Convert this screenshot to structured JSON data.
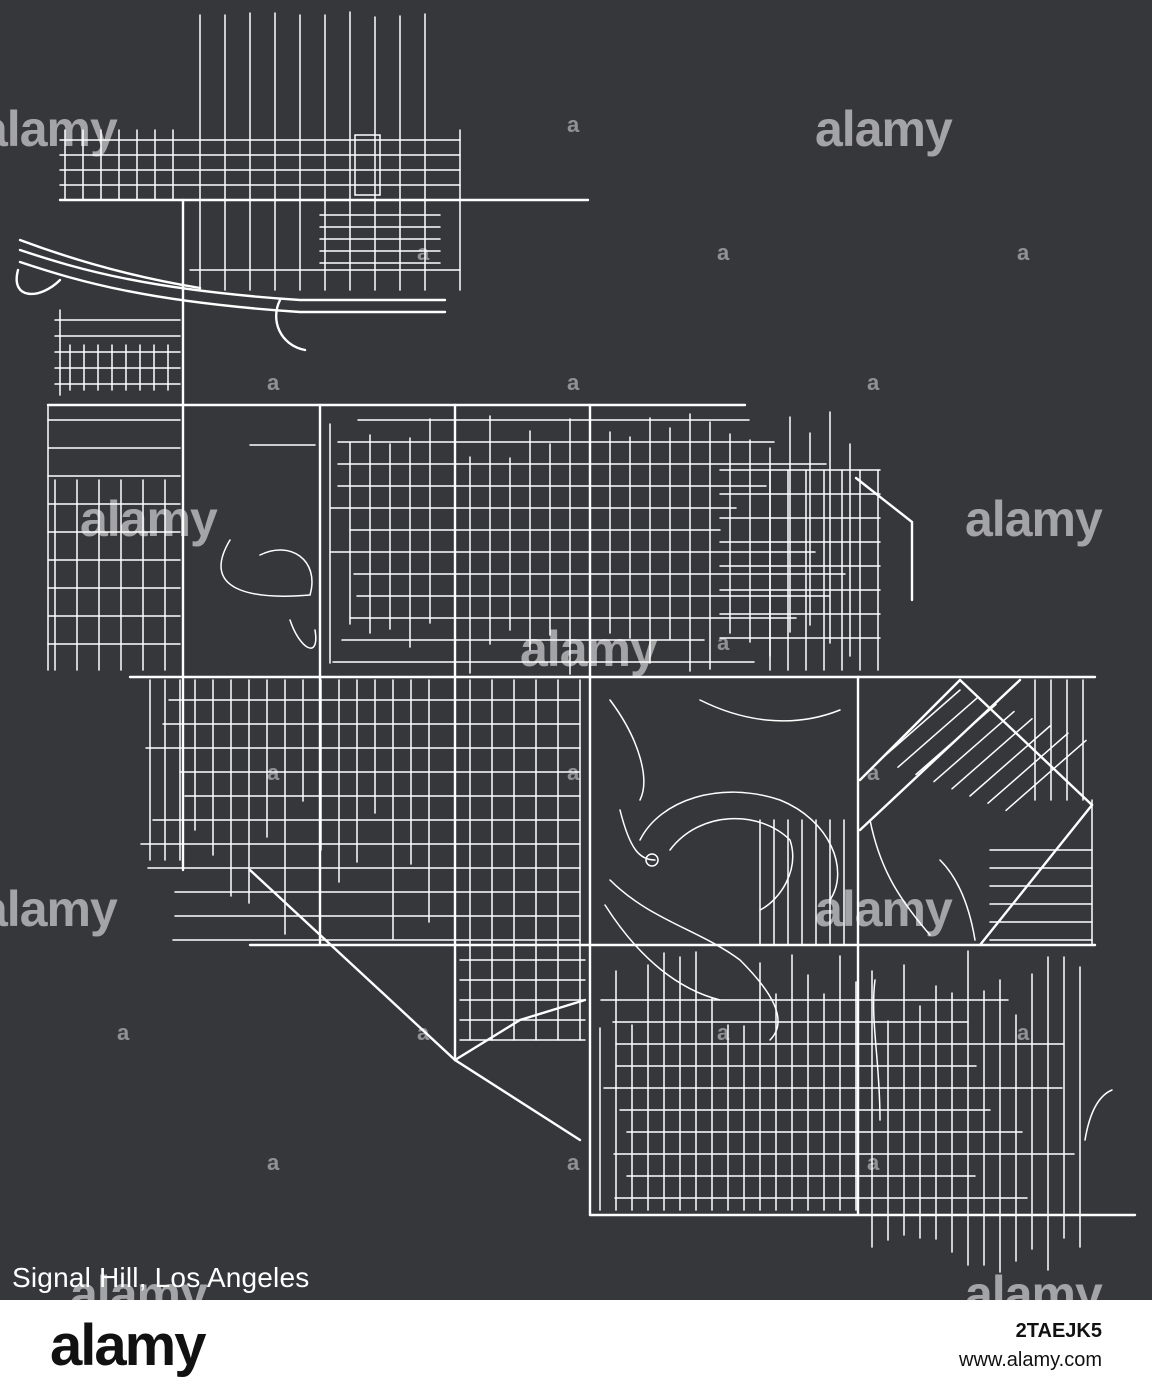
{
  "map": {
    "title": "Signal Hill, Los Angeles",
    "background_color": "#35373b",
    "road_color": "#ffffff"
  },
  "watermark": {
    "text": "alamy",
    "small_text": "a"
  },
  "footer": {
    "logo": "alamy",
    "image_id": "2TAEJK5",
    "site": "www.alamy.com"
  }
}
